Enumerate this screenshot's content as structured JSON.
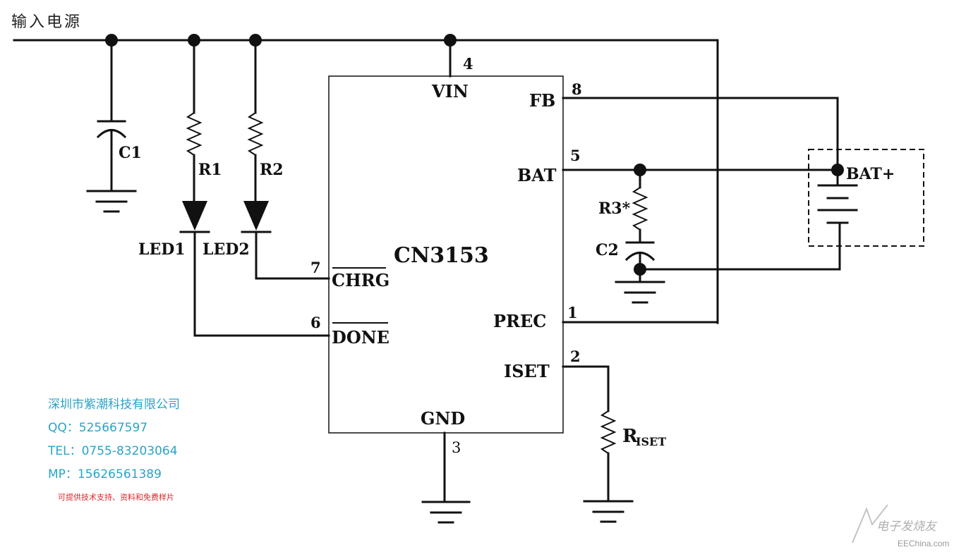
{
  "title": "输入电源",
  "ic": {
    "name": "CN3153",
    "pins": {
      "vin": "VIN",
      "fb": "FB",
      "bat": "BAT",
      "chrg": "CHRG",
      "done": "DONE",
      "prec": "PREC",
      "iset": "ISET",
      "gnd": "GND"
    },
    "pin_numbers": {
      "vin": "4",
      "fb": "8",
      "bat": "5",
      "chrg": "7",
      "done": "6",
      "prec": "1",
      "iset": "2",
      "gnd": "3"
    }
  },
  "components": {
    "c1": "C1",
    "r1": "R1",
    "r2": "R2",
    "led1": "LED1",
    "led2": "LED2",
    "r3": "R3*",
    "c2": "C2",
    "riset_main": "R",
    "riset_sub": "ISET",
    "battery": "BAT+"
  },
  "contact": {
    "company": "深圳市紫潮科技有限公司",
    "qq": "QQ：525667597",
    "tel": "TEL：0755-83203064",
    "mp": "MP：15626561389",
    "note": "可提供技术支持、资料和免费样片"
  },
  "watermark": {
    "brand": "电子发烧友",
    "site": "EEChina.com"
  }
}
